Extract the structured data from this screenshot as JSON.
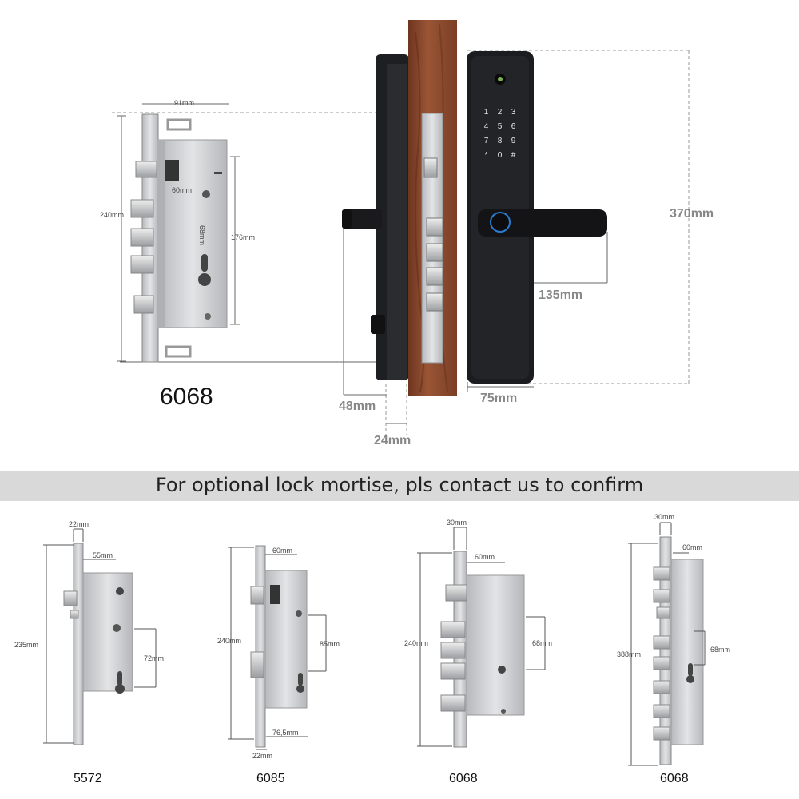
{
  "banner": {
    "text": "For optional lock mortise, pls contact us to confirm"
  },
  "hero": {
    "model": "6068",
    "mortise_dims": {
      "width": "91mm",
      "height": "240mm",
      "backset": "60mm",
      "hole_spacing": "68mm",
      "faceplate": "176mm"
    },
    "lock_dims": {
      "height": "370mm",
      "handle": "135mm",
      "width": "75mm",
      "depth": "48mm",
      "door": "24mm"
    },
    "keypad": [
      "1",
      "2",
      "3",
      "4",
      "5",
      "6",
      "7",
      "8",
      "9",
      "*",
      "0",
      "#"
    ]
  },
  "options": [
    {
      "model": "5572",
      "dims": {
        "top": "22mm",
        "backset": "55mm",
        "height": "235mm",
        "spacing": "72mm"
      }
    },
    {
      "model": "6085",
      "dims": {
        "backset": "60mm",
        "height": "240mm",
        "spacing": "85mm",
        "width": "76,5mm",
        "bottom": "22mm"
      }
    },
    {
      "model": "6068",
      "dims": {
        "top": "30mm",
        "backset": "60mm",
        "height": "240mm",
        "spacing": "68mm"
      }
    },
    {
      "model": "6068",
      "dims": {
        "top": "30mm",
        "backset": "60mm",
        "height": "388mm",
        "spacing": "68mm"
      }
    }
  ],
  "colors": {
    "steel": "#c9cacc",
    "steel_dark": "#9ea0a4",
    "wood": "#8a4a2e",
    "lock_body": "#1c1d20",
    "banner": "#d9d9d9"
  }
}
